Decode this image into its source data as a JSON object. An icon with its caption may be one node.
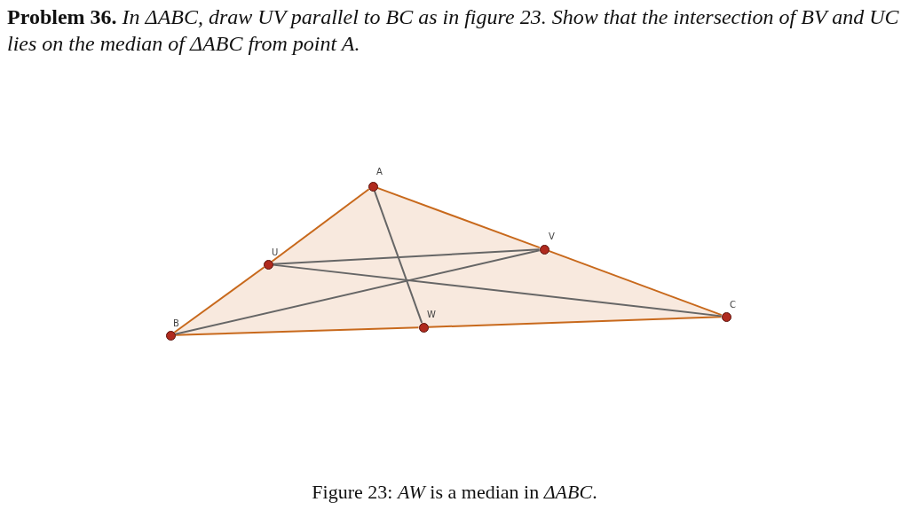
{
  "diagram": {
    "title": "**Problem 36.** *In ΔABC, draw UV parallel to BC as in figure 23. Show that the intersection of BV and UC lies on the median of ΔABC from point A.*",
    "caption": "Figure 23: *AW* is a median in *ΔABC*.",
    "nodes": [
      {
        "text": [],
        "shape": "circle",
        "beside": [
          "A"
        ]
      },
      {
        "text": [],
        "shape": "circle",
        "beside": [
          "V"
        ]
      },
      {
        "text": [],
        "shape": "circle",
        "beside": [
          "U"
        ]
      },
      {
        "text": [],
        "shape": "circle",
        "beside": [
          "C"
        ]
      },
      {
        "text": [],
        "shape": "circle",
        "beside": [
          "W"
        ]
      },
      {
        "text": [],
        "shape": "circle",
        "beside": [
          "B"
        ]
      }
    ],
    "edges": [
      {
        "from": 0,
        "to": 2,
        "arrow": "none"
      },
      {
        "from": 2,
        "to": 5,
        "arrow": "none"
      },
      {
        "from": 0,
        "to": 1,
        "arrow": "none"
      },
      {
        "from": 1,
        "to": 3,
        "arrow": "none"
      },
      {
        "from": 5,
        "to": 4,
        "arrow": "none"
      },
      {
        "from": 4,
        "to": 3,
        "arrow": "none"
      },
      {
        "from": 0,
        "to": 4,
        "arrow": "none",
        "color": "#666666"
      },
      {
        "from": 2,
        "to": 1,
        "arrow": "none",
        "color": "#666666"
      },
      {
        "from": 5,
        "to": 1,
        "arrow": "none",
        "color": "#666666"
      },
      {
        "from": 2,
        "to": 3,
        "arrow": "none",
        "color": "#666666"
      }
    ]
  }
}
